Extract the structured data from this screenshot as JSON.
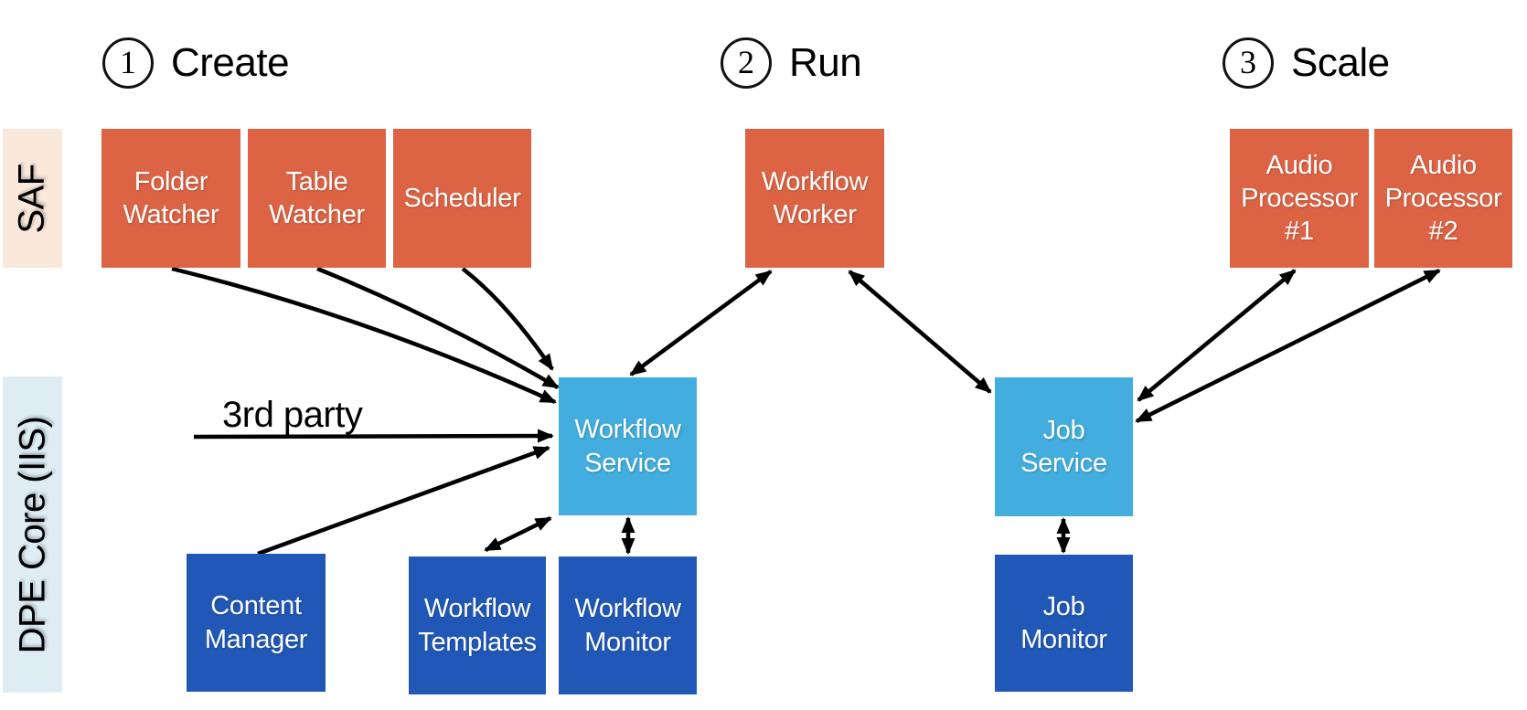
{
  "headers": [
    {
      "number": "1",
      "label": "Create"
    },
    {
      "number": "2",
      "label": "Run"
    },
    {
      "number": "3",
      "label": "Scale"
    }
  ],
  "lanes": {
    "saf": {
      "label": "SAF"
    },
    "dpe_core": {
      "label": "DPE Core (IIS)"
    }
  },
  "annotations": {
    "third_party": "3rd party"
  },
  "nodes": {
    "folder_watcher": {
      "label": "Folder Watcher",
      "group": "SAF"
    },
    "table_watcher": {
      "label": "Table Watcher",
      "group": "SAF"
    },
    "scheduler": {
      "label": "Scheduler",
      "group": "SAF"
    },
    "workflow_worker": {
      "label": "Workflow Worker",
      "group": "SAF"
    },
    "audio_processor_1": {
      "label": "Audio Processor #1",
      "group": "SAF"
    },
    "audio_processor_2": {
      "label": "Audio Processor #2",
      "group": "SAF"
    },
    "workflow_service": {
      "label": "Workflow Service",
      "group": "DPE Core (IIS)"
    },
    "job_service": {
      "label": "Job Service",
      "group": "DPE Core (IIS)"
    },
    "content_manager": {
      "label": "Content Manager",
      "group": "DPE Core (IIS)"
    },
    "workflow_templates": {
      "label": "Workflow Templates",
      "group": "DPE Core (IIS)"
    },
    "workflow_monitor": {
      "label": "Workflow Monitor",
      "group": "DPE Core (IIS)"
    },
    "job_monitor": {
      "label": "Job Monitor",
      "group": "DPE Core (IIS)"
    }
  },
  "edges": [
    {
      "from": "folder_watcher",
      "to": "workflow_service",
      "direction": "one-way"
    },
    {
      "from": "table_watcher",
      "to": "workflow_service",
      "direction": "one-way"
    },
    {
      "from": "scheduler",
      "to": "workflow_service",
      "direction": "one-way"
    },
    {
      "from": "third_party",
      "to": "workflow_service",
      "direction": "one-way"
    },
    {
      "from": "content_manager",
      "to": "workflow_service",
      "direction": "one-way"
    },
    {
      "from": "workflow_service",
      "to": "workflow_worker",
      "direction": "two-way"
    },
    {
      "from": "workflow_worker",
      "to": "job_service",
      "direction": "two-way"
    },
    {
      "from": "workflow_service",
      "to": "workflow_templates",
      "direction": "two-way"
    },
    {
      "from": "workflow_service",
      "to": "workflow_monitor",
      "direction": "two-way"
    },
    {
      "from": "job_service",
      "to": "job_monitor",
      "direction": "two-way"
    },
    {
      "from": "job_service",
      "to": "audio_processor_1",
      "direction": "two-way"
    },
    {
      "from": "job_service",
      "to": "audio_processor_2",
      "direction": "two-way"
    }
  ],
  "colors": {
    "orange": "#DC6445",
    "light_blue": "#42ADDE",
    "dark_blue": "#2158B8",
    "saf_band": "#FAE8DB",
    "dpe_band": "#DEEDF4",
    "arrow": "#000000"
  }
}
